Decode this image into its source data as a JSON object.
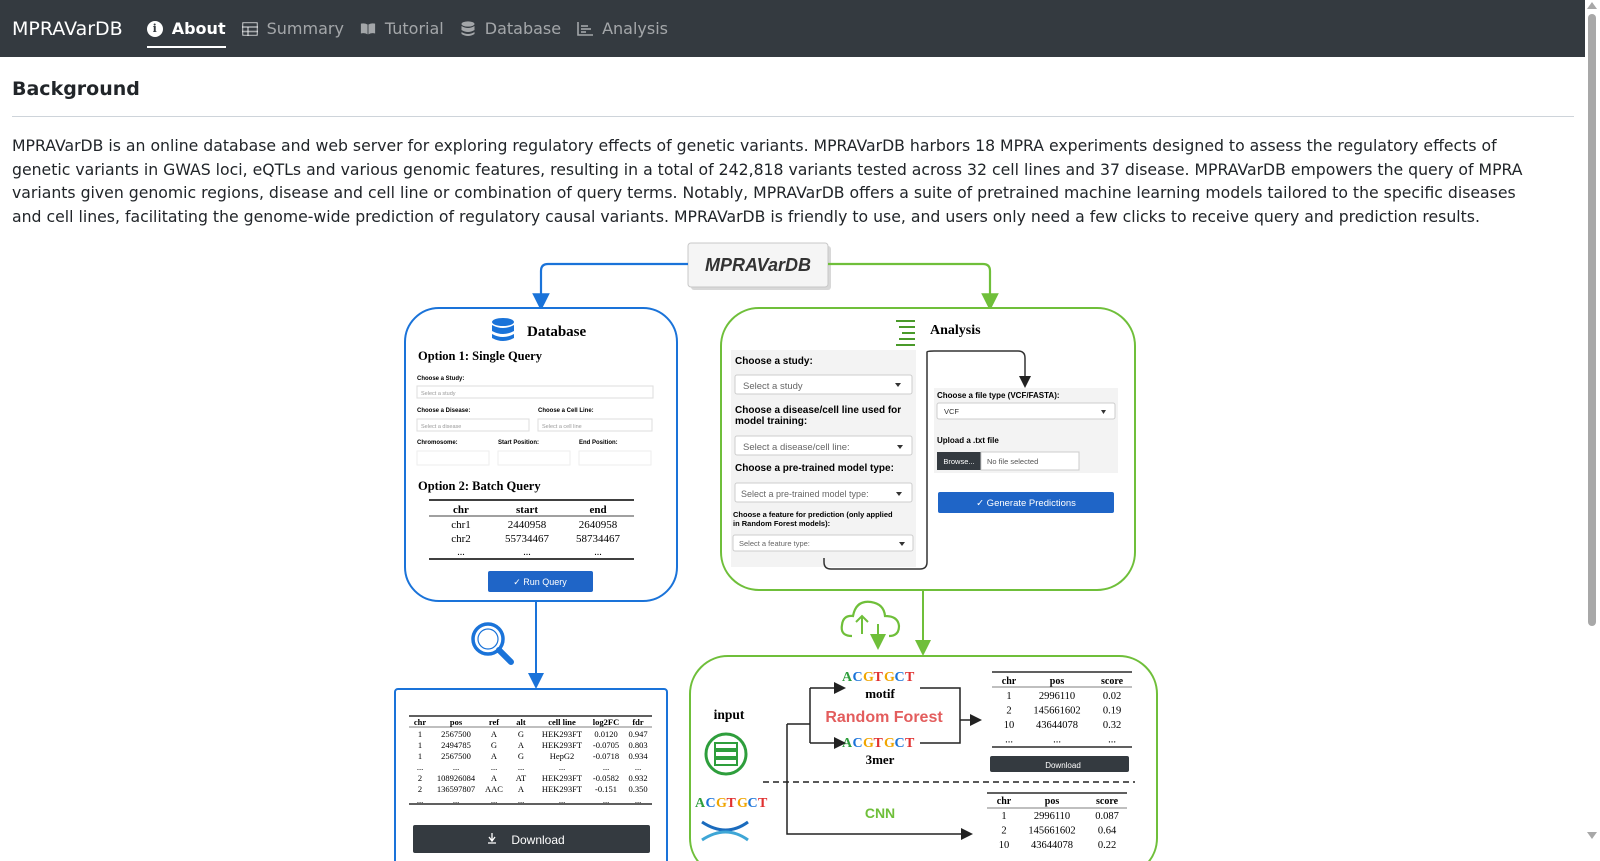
{
  "nav": {
    "brand": "MPRAVarDB",
    "items": [
      {
        "label": "About",
        "icon": "info-circle-icon"
      },
      {
        "label": "Summary",
        "icon": "table-icon"
      },
      {
        "label": "Tutorial",
        "icon": "book-icon"
      },
      {
        "label": "Database",
        "icon": "database-icon"
      },
      {
        "label": "Analysis",
        "icon": "chart-icon"
      }
    ],
    "active": "About"
  },
  "page": {
    "heading": "Background",
    "paragraph": "MPRAVarDB is an online database and web server for exploring regulatory effects of genetic variants. MPRAVarDB harbors 18 MPRA experiments designed to assess the regulatory effects of genetic variants in GWAS loci, eQTLs and various genomic features, resulting in a total of 242,818 variants tested across 32 cell lines and 37 disease. MPRAVarDB empowers the query of MPRA variants given genomic regions, disease and cell line or combination of query terms. Notably, MPRAVarDB offers a suite of pretrained machine learning models tailored to the specific diseases and cell lines, facilitating the genome-wide prediction of regulatory causal variants. MPRAVarDB is friendly to use, and users only need a few clicks to receive query and prediction results."
  },
  "diagram": {
    "title": "MPRAVarDB",
    "colors": {
      "blue": "#1a73d9",
      "green": "#6fbf3a",
      "dark": "#343a40",
      "button_blue": "#1f65c7"
    },
    "database": {
      "title": "Database",
      "option1": "Option 1: Single Query",
      "choose_study": "Choose a Study:",
      "select_study": "Select a study",
      "choose_disease": "Choose a Disease:",
      "select_disease": "Select a disease",
      "choose_cell": "Choose a Cell Line:",
      "select_cell": "Select a cell line",
      "chromosome": "Chromosome:",
      "start_pos": "Start Position:",
      "end_pos": "End Position:",
      "option2": "Option 2: Batch Query",
      "batch_headers": [
        "chr",
        "start",
        "end"
      ],
      "batch_rows": [
        [
          "chr1",
          "2440958",
          "2640958"
        ],
        [
          "chr2",
          "55734467",
          "58734467"
        ],
        [
          "...",
          "...",
          "..."
        ]
      ],
      "run_button": "✓ Run Query"
    },
    "results": {
      "headers": [
        "chr",
        "pos",
        "ref",
        "alt",
        "cell line",
        "log2FC",
        "fdr"
      ],
      "rows": [
        [
          "1",
          "2567500",
          "A",
          "G",
          "HEK293FT",
          "0.0120",
          "0.947"
        ],
        [
          "1",
          "2494785",
          "G",
          "A",
          "HEK293FT",
          "-0.0705",
          "0.803"
        ],
        [
          "1",
          "2567500",
          "A",
          "G",
          "HepG2",
          "-0.0718",
          "0.934"
        ],
        [
          "...",
          "...",
          "...",
          "...",
          "...",
          "...",
          "..."
        ],
        [
          "2",
          "108926084",
          "A",
          "AT",
          "HEK293FT",
          "-0.0582",
          "0.932"
        ],
        [
          "2",
          "136597807",
          "AAC",
          "A",
          "HEK293FT",
          "-0.151",
          "0.350"
        ],
        [
          "...",
          "...",
          "...",
          "...",
          "...",
          "...",
          "..."
        ]
      ],
      "download": "Download"
    },
    "analysis": {
      "title": "Analysis",
      "choose_study": "Choose a study:",
      "select_study": "Select a study",
      "choose_disease": "Choose a disease/cell line used for",
      "choose_disease2": "model training:",
      "select_disease": "Select a disease/cell line:",
      "choose_model": "Choose a pre-trained model type:",
      "select_model": "Select a pre-trained model type:",
      "choose_feature": "Choose a feature for prediction (only applied",
      "choose_feature2": "in Random Forest models):",
      "select_feature": "Select a feature type:",
      "file_type": "Choose a file type (VCF/FASTA):",
      "file_value": "VCF",
      "upload": "Upload a .txt file",
      "browse": "Browse...",
      "no_file": "No file selected",
      "generate": "✓ Generate Predictions"
    },
    "models": {
      "input": "input",
      "seq": [
        "A",
        "C",
        "G",
        "T",
        "G",
        "C",
        "T"
      ],
      "motif": "motif",
      "rf": "Random Forest",
      "mer": "3mer",
      "cnn": "CNN",
      "score_headers": [
        "chr",
        "pos",
        "score"
      ],
      "rf_rows": [
        [
          "1",
          "2996110",
          "0.02"
        ],
        [
          "2",
          "145661602",
          "0.19"
        ],
        [
          "10",
          "43644078",
          "0.32"
        ],
        [
          "...",
          "...",
          "..."
        ]
      ],
      "cnn_rows": [
        [
          "1",
          "2996110",
          "0.087"
        ],
        [
          "2",
          "145661602",
          "0.64"
        ],
        [
          "10",
          "43644078",
          "0.22"
        ]
      ],
      "download": "Download"
    }
  }
}
